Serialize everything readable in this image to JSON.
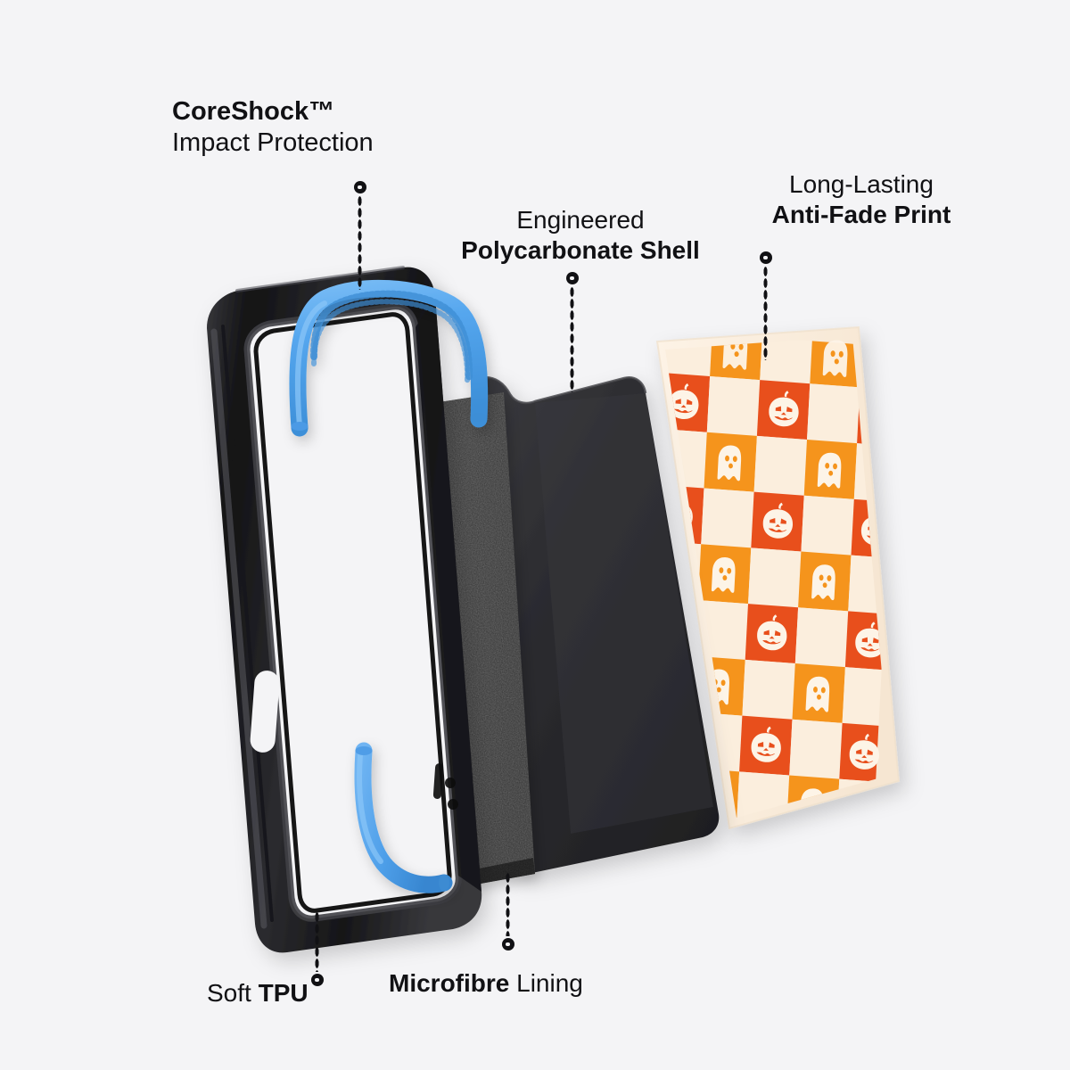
{
  "background_color": "#f4f4f6",
  "text_color": "#111114",
  "product": {
    "type": "exploded-view phone case infographic",
    "layers": [
      {
        "name": "tpu-bumper-frame",
        "color": "#1a1a1c",
        "description": "Soft black TPU outer frame with button and port cutouts"
      },
      {
        "name": "coreshock-strips",
        "color": "#53a5ed",
        "description": "Blue CoreShock impact protection strips, textured inner surface"
      },
      {
        "name": "microfibre-lining",
        "color": "#242424",
        "description": "Suede-like microfibre interior lining panel"
      },
      {
        "name": "polycarbonate-shell",
        "color": "#2b2b2e",
        "description": "Engineered polycarbonate hard shell with camera notch"
      },
      {
        "name": "print-layer",
        "color": "#f2e4d2",
        "description": "Halloween checkerboard print with pumpkins and ghosts"
      }
    ]
  },
  "annotations": [
    {
      "id": "coreshock",
      "line1": "CoreShock™",
      "line2": "Impact Protection",
      "line1_weight": "bold",
      "line2_weight": "regular",
      "leader": "top-down"
    },
    {
      "id": "polycarbonate",
      "line1": "Engineered",
      "line2": "Polycarbonate Shell",
      "line1_weight": "regular",
      "line2_weight": "bold",
      "leader": "top-down"
    },
    {
      "id": "anti-fade-print",
      "line1": "Long-Lasting",
      "line2": "Anti-Fade Print",
      "line1_weight": "regular",
      "line2_weight": "bold",
      "leader": "top-down"
    },
    {
      "id": "soft-tpu",
      "text_regular": "Soft ",
      "text_bold": "TPU",
      "leader": "bottom-up"
    },
    {
      "id": "microfibre-lining",
      "text_bold": "Microfibre",
      "text_regular": " Lining",
      "leader": "bottom-up"
    }
  ],
  "print_pattern": {
    "name": "halloween-checkerboard",
    "cream": "#fbeedd",
    "cream_light": "#fdf4e7",
    "red_orange": "#e8501e",
    "orange": "#f5941e",
    "motifs": [
      "pumpkin",
      "ghost"
    ],
    "motif_color": "#fdf4e7",
    "columns": 4,
    "rows": 8
  },
  "colors": {
    "blue_tpu": "#53a5ed",
    "blue_tpu_dark": "#3a8bd4",
    "black_frame": "#1a1a1c",
    "black_shell": "#2e2e31",
    "microfibre": "#2a2a2a"
  }
}
